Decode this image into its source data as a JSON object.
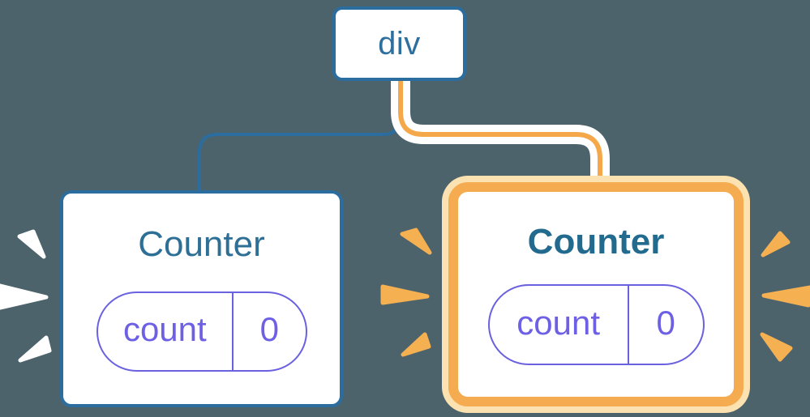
{
  "root_node": {
    "label": "div"
  },
  "counters": [
    {
      "title": "Counter",
      "state_key": "count",
      "state_value": "0",
      "highlighted": false
    },
    {
      "title": "Counter",
      "state_key": "count",
      "state_value": "0",
      "highlighted": true
    }
  ],
  "colors": {
    "bg": "#4c636c",
    "white": "#ffffff",
    "blue": "#2b6d9e",
    "blue_text": "#2e6f9d",
    "title": "#2e6f96",
    "title_bold": "#226a8e",
    "purple": "#6a61e0",
    "purple_text": "#6e60e4",
    "orange": "#f5ab4f",
    "orange_pale": "#fbe2b0",
    "orange_core": "#f5a84a",
    "spark_white": "#ffffff",
    "spark_orange": "#f5b052"
  }
}
